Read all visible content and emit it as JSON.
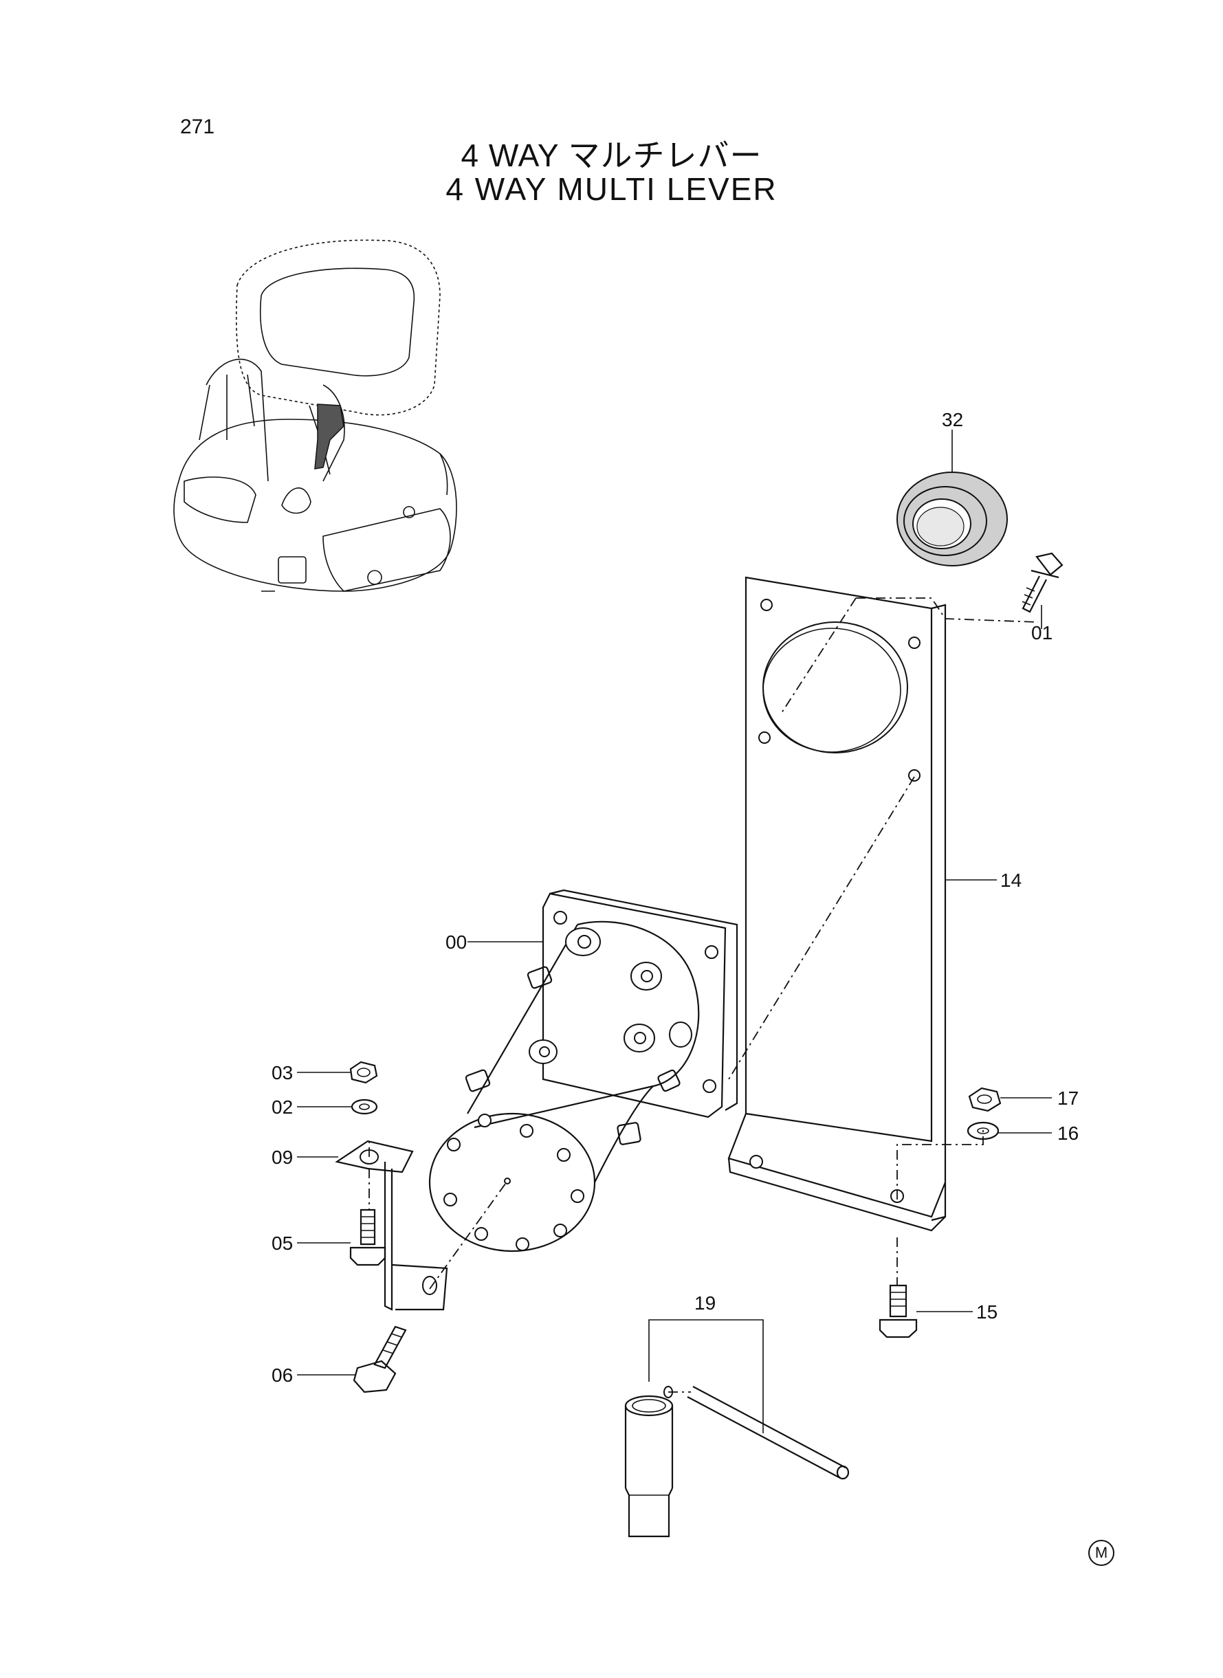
{
  "page_number": "271",
  "title_jp": "4 WAY マルチレバー",
  "title_en": "4 WAY MULTI LEVER",
  "callouts": {
    "c32": "32",
    "c01": "01",
    "c14": "14",
    "c00": "00",
    "c03": "03",
    "c02": "02",
    "c09": "09",
    "c05": "05",
    "c06": "06",
    "c17": "17",
    "c16": "16",
    "c15": "15",
    "c19": "19"
  },
  "marking": "M"
}
